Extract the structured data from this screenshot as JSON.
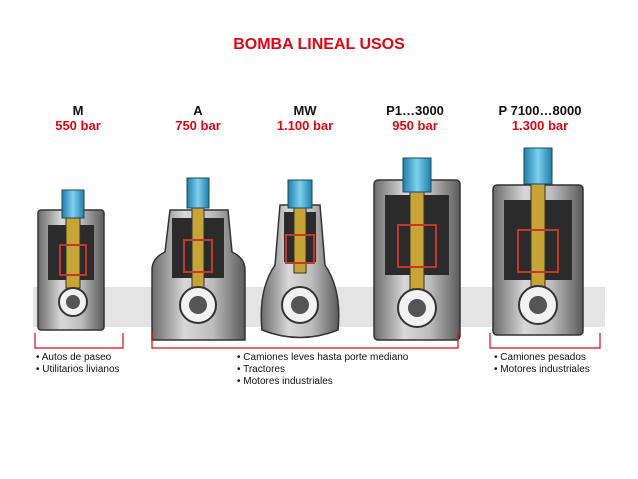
{
  "title": "BOMBA LINEAL USOS",
  "colors": {
    "title": "#e30613",
    "pressure": "#e30613",
    "bracket": "#e30613",
    "band": "#e4e4e4"
  },
  "pumps": [
    {
      "name": "M",
      "pressure": "550 bar"
    },
    {
      "name": "A",
      "pressure": "750 bar"
    },
    {
      "name": "MW",
      "pressure": "1.100 bar"
    },
    {
      "name": "P1…3000",
      "pressure": "950 bar"
    },
    {
      "name": "P 7100…8000",
      "pressure": "1.300 bar"
    }
  ],
  "uses": [
    {
      "items": [
        "• Autos de paseo",
        "• Utilitarios livianos"
      ]
    },
    {
      "items": [
        "• Camiones leves hasta porte mediano",
        "• Tractores",
        "• Motores industriales"
      ]
    },
    {
      "items": [
        "• Camiones pesados",
        "• Motores industriales"
      ]
    }
  ]
}
